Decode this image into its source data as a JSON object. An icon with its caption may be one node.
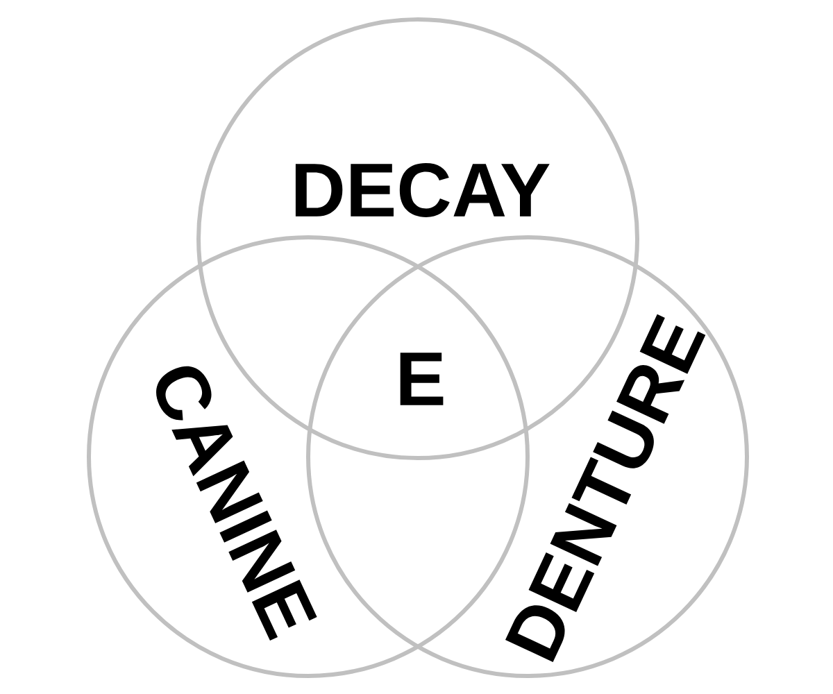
{
  "diagram": {
    "nodes": [
      {
        "text": [
          "DECAY"
        ]
      },
      {
        "text": [
          "CANINE"
        ]
      },
      {
        "text": [
          "DENTURE"
        ]
      }
    ],
    "labels": [
      "E"
    ]
  }
}
